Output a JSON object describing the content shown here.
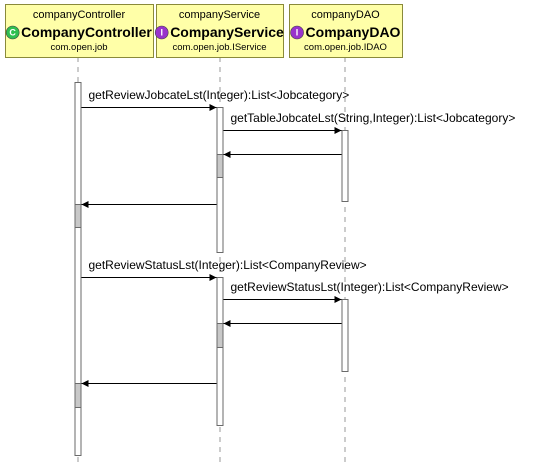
{
  "participants": [
    {
      "id": "controller",
      "name": "companyController",
      "class_name": "CompanyController",
      "package": "com.open.job",
      "stereotype": "C",
      "badge_color": "#2fbf50",
      "box_fill": "#ffffa8",
      "box_stroke": "#8a8a3a"
    },
    {
      "id": "service",
      "name": "companyService",
      "class_name": "CompanyService",
      "package": "com.open.job.IService",
      "stereotype": "I",
      "badge_color": "#9933cc",
      "box_fill": "#ffffa8",
      "box_stroke": "#8a8a3a"
    },
    {
      "id": "dao",
      "name": "companyDAO",
      "class_name": "CompanyDAO",
      "package": "com.open.job.IDAO",
      "stereotype": "I",
      "badge_color": "#9933cc",
      "box_fill": "#ffffa8",
      "box_stroke": "#8a8a3a"
    }
  ],
  "messages": [
    {
      "from": "controller",
      "to": "service",
      "label": "getReviewJobcateLst(Integer):List<Jobcategory>",
      "type": "call"
    },
    {
      "from": "service",
      "to": "dao",
      "label": "getTableJobcateLst(String,Integer):List<Jobcategory>",
      "type": "call"
    },
    {
      "from": "dao",
      "to": "service",
      "label": "",
      "type": "return"
    },
    {
      "from": "service",
      "to": "controller",
      "label": "",
      "type": "return"
    },
    {
      "from": "controller",
      "to": "service",
      "label": "getReviewStatusLst(Integer):List<CompanyReview>",
      "type": "call"
    },
    {
      "from": "service",
      "to": "dao",
      "label": "getReviewStatusLst(Integer):List<CompanyReview>",
      "type": "call"
    },
    {
      "from": "dao",
      "to": "service",
      "label": "",
      "type": "return"
    },
    {
      "from": "service",
      "to": "controller",
      "label": "",
      "type": "return"
    }
  ],
  "colors": {
    "lifeline": "#9a9a9a",
    "line": "#000000",
    "activation_fill": "#ffffff",
    "activation_fill_nested": "#c8c8c8",
    "activation_stroke": "#6a6a6a"
  }
}
